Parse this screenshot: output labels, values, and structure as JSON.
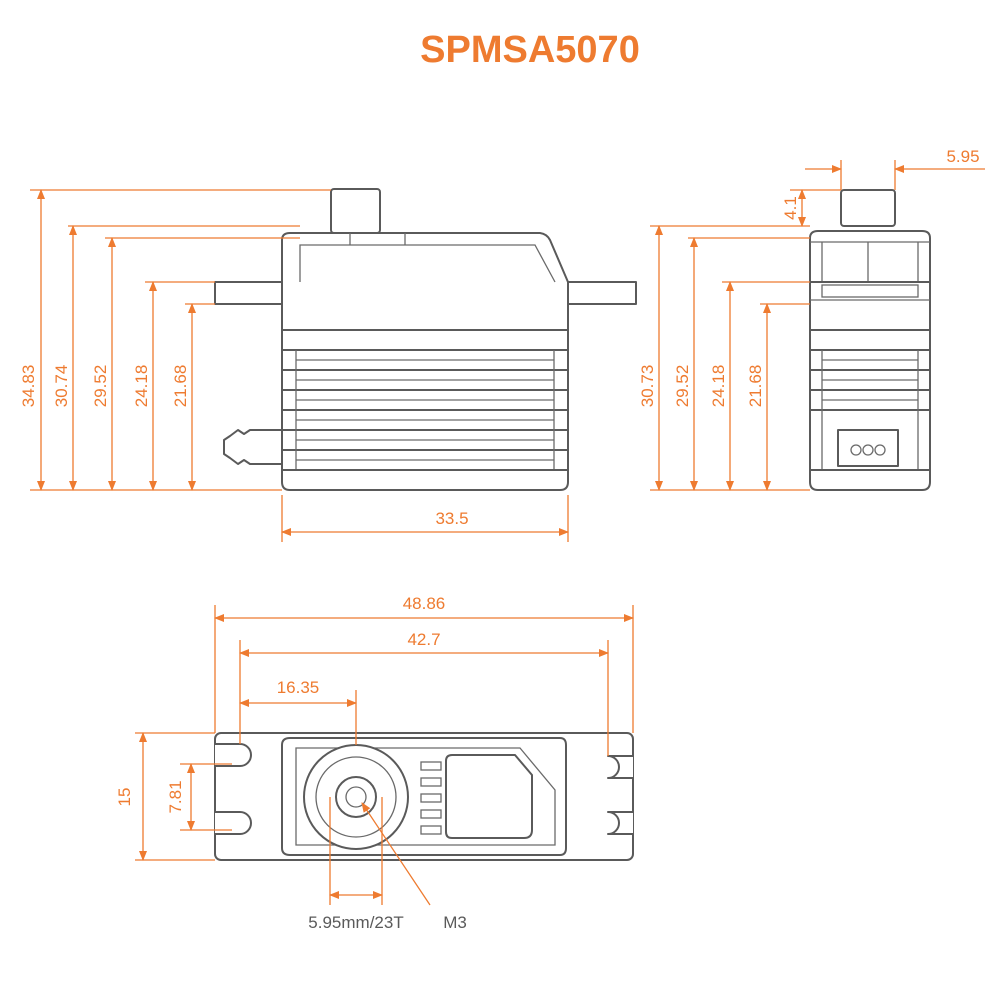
{
  "title": "SPMSA5070",
  "colors": {
    "accent": "#EE7B30",
    "outline": "#5A5A5A",
    "background": "#FFFFFF"
  },
  "front_view": {
    "heights": [
      "34.83",
      "30.74",
      "29.52",
      "24.18",
      "21.68"
    ],
    "width": "33.5"
  },
  "side_view": {
    "heights": [
      "30.73",
      "29.52",
      "24.18",
      "21.68"
    ],
    "horn_height": "4.1",
    "spline_width": "5.95"
  },
  "top_view": {
    "overall_length": "48.86",
    "hole_spacing": "42.7",
    "output_offset": "16.35",
    "depth": "15",
    "hole_gap": "7.81",
    "spline_label": "5.95mm/23T",
    "screw_label": "M3"
  }
}
